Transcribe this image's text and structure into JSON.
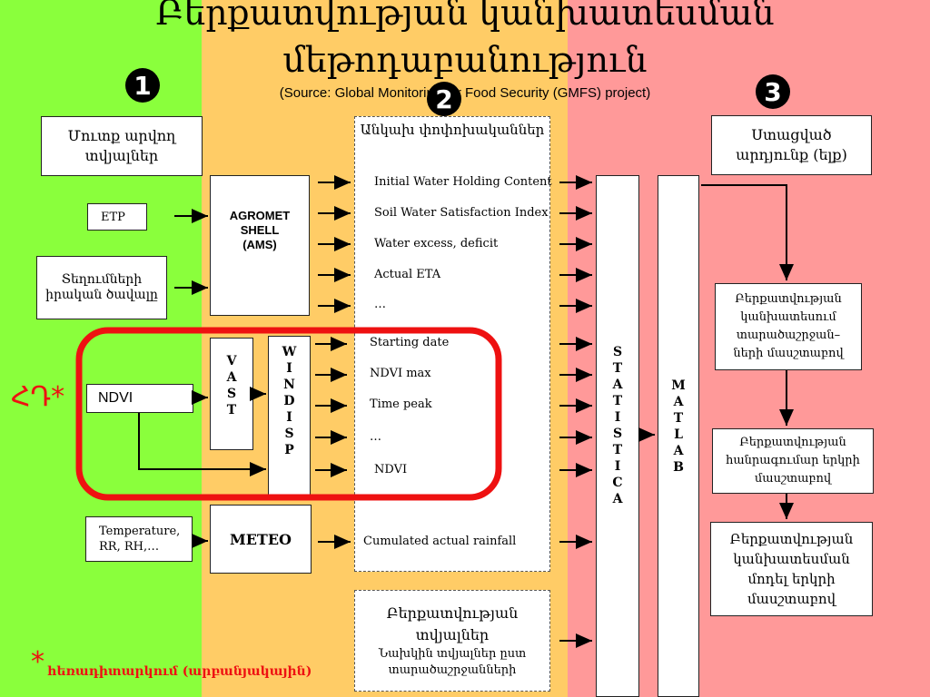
{
  "colors": {
    "green": "#8aff3c",
    "orange": "#ffcc66",
    "red_bg": "#ff9999",
    "highlight": "#ee1111"
  },
  "title_line1": "Բերքատվության կանխատեսման",
  "title_line2": "մեթոդաբանություն",
  "source": "(Source: Global Monitoring for Food Security (GMFS) project)",
  "steps": [
    "1",
    "2",
    "3"
  ],
  "inputs": {
    "header": "Մուտք արվող տվյալներ",
    "etp": "ETP",
    "local_data": "Տեղումների իրական ծավալը",
    "ndvi": "NDVI",
    "meteo_vars": "Temperature, RR, RH,…"
  },
  "models": {
    "ams": "AGROMET SHELL (AMS)",
    "vast": [
      "V",
      "A",
      "S",
      "T"
    ],
    "windisp": [
      "W",
      "I",
      "N",
      "D",
      "I",
      "S",
      "P"
    ],
    "meteo": "METEO"
  },
  "variables": {
    "header": "Անկախ փոփոխականներ",
    "ams_items": [
      "Initial Water Holding Content",
      "Soil Water Satisfaction Index",
      "Water excess, deficit",
      "Actual ETA",
      "…"
    ],
    "ndvi_items": [
      "Starting date",
      "NDVI max",
      "Time peak",
      "…",
      "NDVI"
    ],
    "meteo_item": "Cumulated actual rainfall"
  },
  "yield_data": {
    "title": "Բերքատվության տվյալներ",
    "subtitle": "Նախկին տվյալներ ըստ տարածաշրջանների"
  },
  "tools": {
    "statistica": [
      "S",
      "T",
      "A",
      "T",
      "I",
      "S",
      "T",
      "I",
      "C",
      "A"
    ],
    "matlab": [
      "M",
      "A",
      "T",
      "L",
      "A",
      "B"
    ]
  },
  "outputs": {
    "header": "Ստացված արդյունք (ելք)",
    "items": [
      "Բերքատվության կանխատեսում տարածաշրջան– ների մասշտաբով",
      "Բերքատվության հանրագումար երկրի մասշտաբով",
      "Բերքատվության կանխատեսման մոդել երկրի մասշտաբով"
    ]
  },
  "footnote": {
    "label": "ՀԴ*",
    "star": "*",
    "text": "հեռադիտարկում (արբանյակային)"
  }
}
